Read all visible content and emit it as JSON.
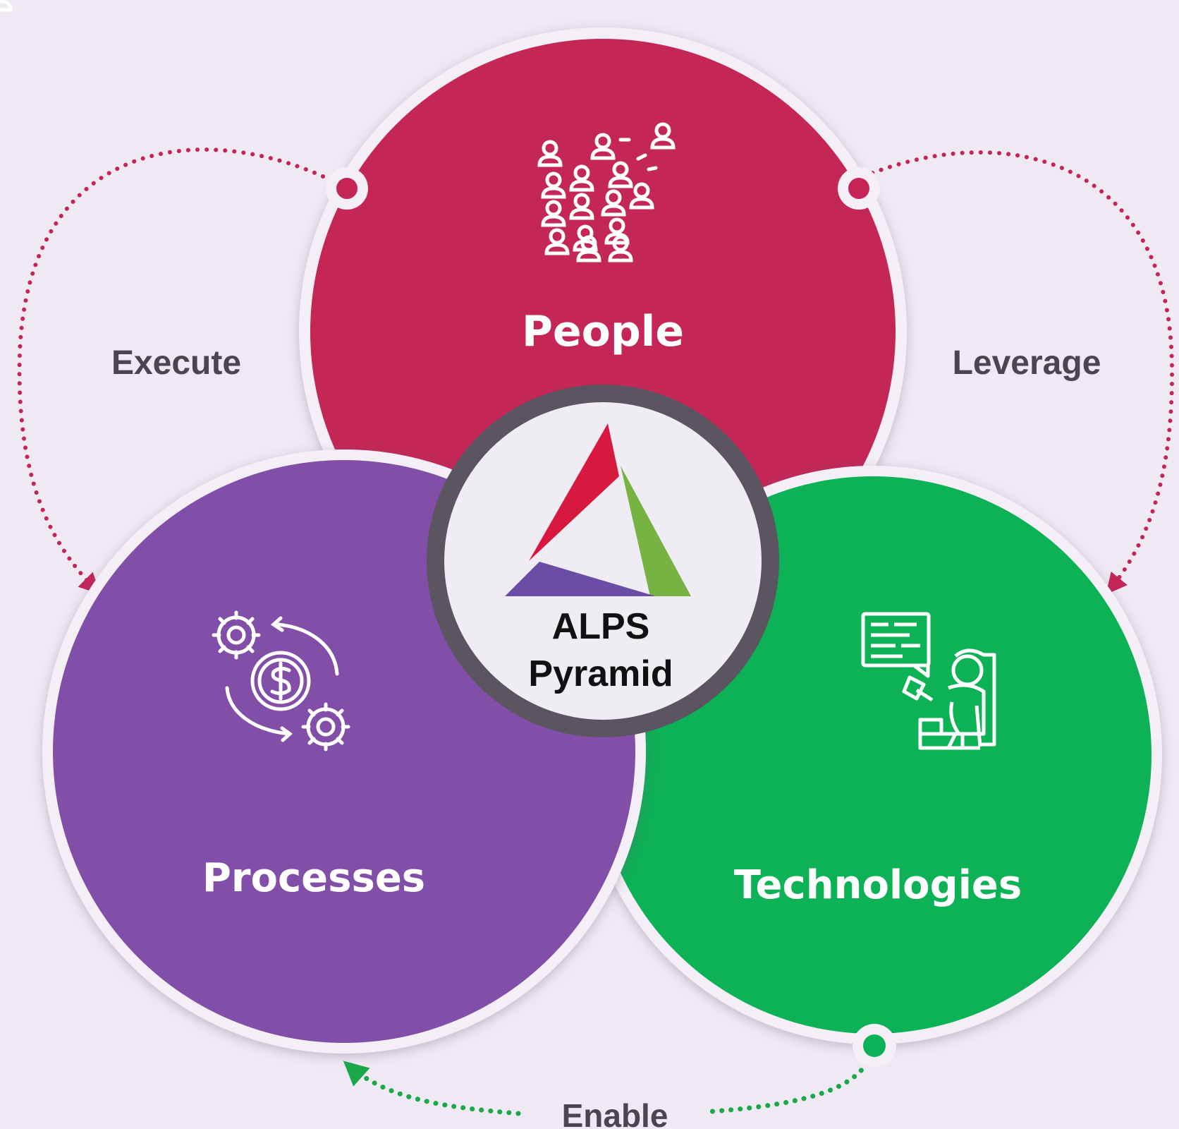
{
  "circles": {
    "people": {
      "label": "People",
      "color": "#c42556",
      "icon": "people-group-icon"
    },
    "processes": {
      "label": "Processes",
      "color": "#8250a8",
      "icon": "gears-dollar-cycle-icon"
    },
    "technologies": {
      "label": "Technologies",
      "color": "#0db157",
      "icon": "developer-at-screen-icon"
    }
  },
  "center": {
    "line1": "ALPS",
    "line2": "Pyramid",
    "ring_color": "#5a5560",
    "logo": {
      "icon": "alps-pyramid-logo",
      "colors": {
        "red": "#d7193f",
        "green": "#77b342",
        "purple": "#6a4ea6"
      }
    }
  },
  "flows": {
    "execute": {
      "label": "Execute",
      "color": "#c42556"
    },
    "leverage": {
      "label": "Leverage",
      "color": "#c42556"
    },
    "enable": {
      "label": "Enable",
      "color": "#1aa84a"
    }
  }
}
